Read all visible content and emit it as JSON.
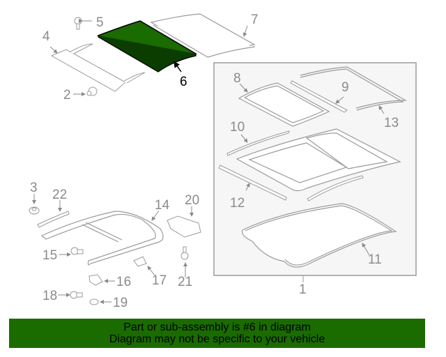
{
  "diagram": {
    "highlight_color": "#1a6b00",
    "line_color": "#9a9a9a",
    "box_fill": "#f6f6f6",
    "highlighted_part": "6",
    "callouts": [
      {
        "id": "1",
        "label": "1"
      },
      {
        "id": "2",
        "label": "2"
      },
      {
        "id": "3",
        "label": "3"
      },
      {
        "id": "4",
        "label": "4"
      },
      {
        "id": "5",
        "label": "5"
      },
      {
        "id": "6",
        "label": "6"
      },
      {
        "id": "7",
        "label": "7"
      },
      {
        "id": "8",
        "label": "8"
      },
      {
        "id": "9",
        "label": "9"
      },
      {
        "id": "10",
        "label": "10"
      },
      {
        "id": "11",
        "label": "11"
      },
      {
        "id": "12",
        "label": "12"
      },
      {
        "id": "13",
        "label": "13"
      },
      {
        "id": "14",
        "label": "14"
      },
      {
        "id": "15",
        "label": "15"
      },
      {
        "id": "16",
        "label": "16"
      },
      {
        "id": "17",
        "label": "17"
      },
      {
        "id": "18",
        "label": "18"
      },
      {
        "id": "19",
        "label": "19"
      },
      {
        "id": "20",
        "label": "20"
      },
      {
        "id": "21",
        "label": "21"
      },
      {
        "id": "22",
        "label": "22"
      }
    ]
  },
  "banner": {
    "line1": "Part or sub-assembly is #6 in diagram",
    "line2": "Diagram may not be specific to your vehicle"
  }
}
